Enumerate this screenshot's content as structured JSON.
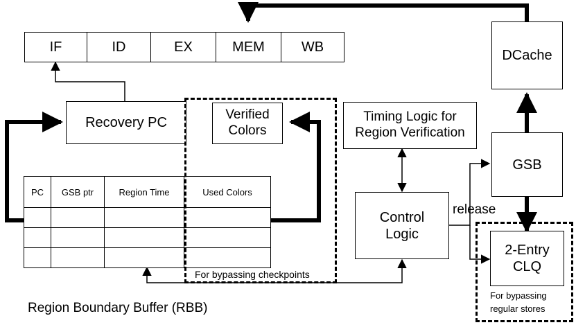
{
  "pipeline": {
    "stages": [
      "IF",
      "ID",
      "EX",
      "MEM",
      "WB"
    ]
  },
  "boxes": {
    "recovery_pc": "Recovery PC",
    "verified_colors": [
      "Verified",
      "Colors"
    ],
    "timing_logic": [
      "Timing Logic for",
      "Region Verification"
    ],
    "control_logic": [
      "Control",
      "Logic"
    ],
    "dcache": "DCache",
    "gsb": "GSB",
    "clq": [
      "2-Entry",
      "CLQ"
    ]
  },
  "rbb_table": {
    "columns": [
      "PC",
      "GSB ptr",
      "Region Time",
      "Used Colors"
    ],
    "rows": [
      [
        "",
        "",
        "",
        ""
      ],
      [
        "",
        "",
        "",
        ""
      ],
      [
        "",
        "",
        "",
        ""
      ]
    ]
  },
  "labels": {
    "release": "release",
    "bypass_checkpoints": "For bypassing checkpoints",
    "bypass_stores": [
      "For bypassing",
      "regular stores"
    ],
    "rbb_caption": "Region Boundary Buffer (RBB)"
  }
}
